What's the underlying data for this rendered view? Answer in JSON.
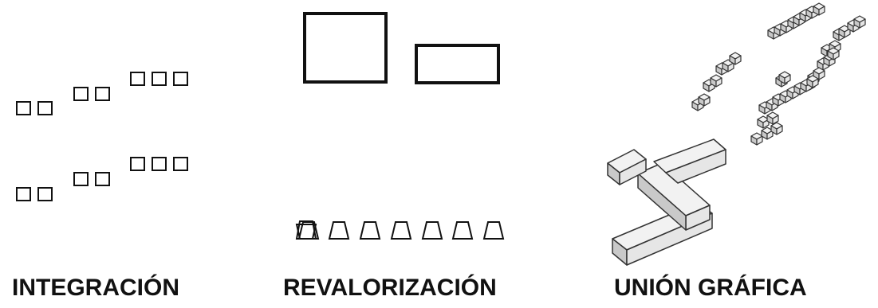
{
  "panels": [
    {
      "caption": "INTEGRACIÓN"
    },
    {
      "caption": "REVALORIZACIÓN"
    },
    {
      "caption": "UNIÓN GRÁFICA"
    }
  ],
  "colors": {
    "stroke": "#111111",
    "box_top": "#f2f2f2",
    "box_left": "#c9c9c9",
    "box_right": "#e6e6e6",
    "box_edge": "#333333"
  }
}
